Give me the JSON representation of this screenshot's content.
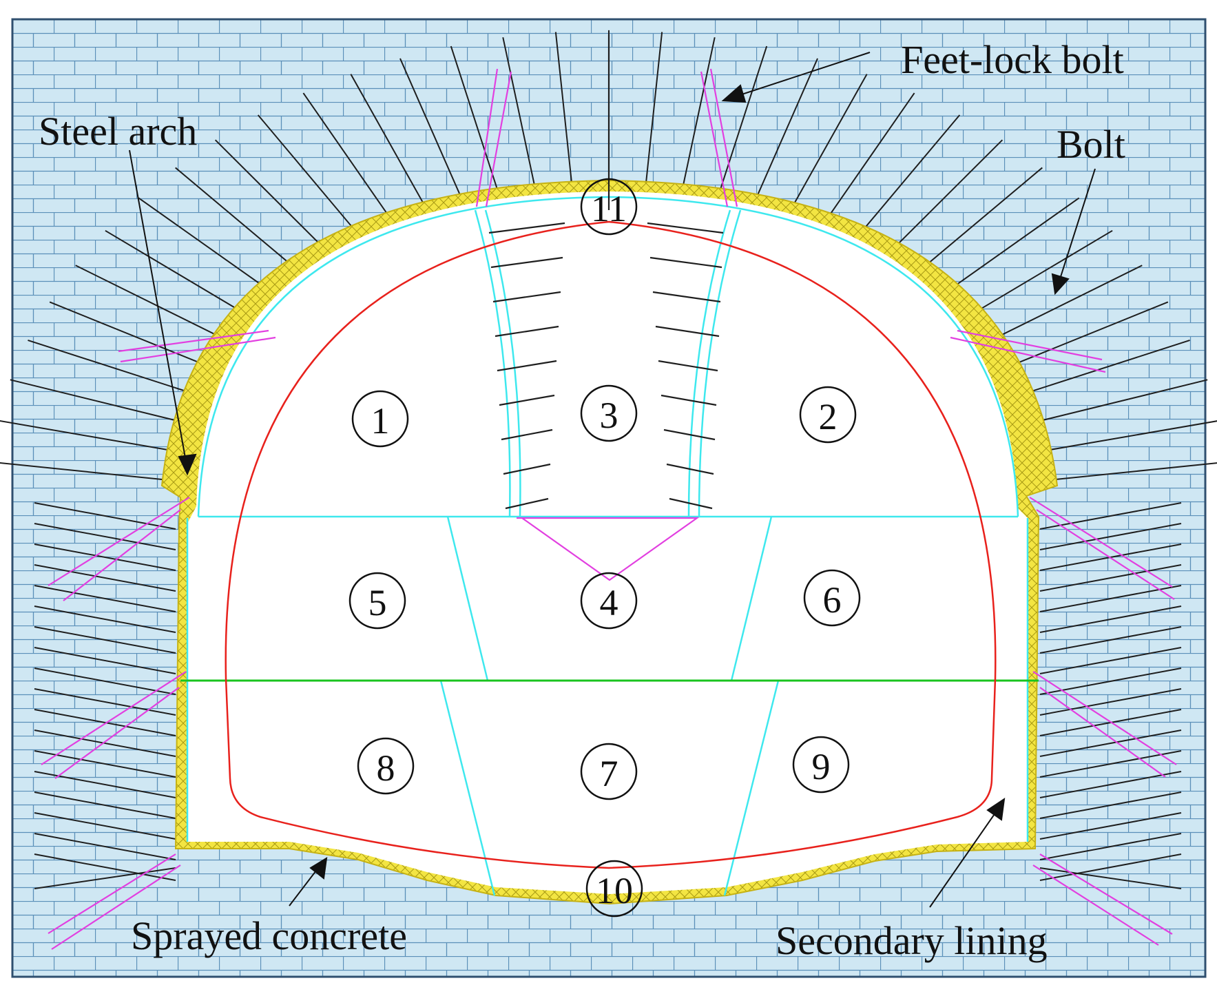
{
  "labels": {
    "feet_lock_bolt": "Feet-lock bolt",
    "steel_arch": "Steel arch",
    "bolt": "Bolt",
    "sprayed_concrete": "Sprayed concrete",
    "secondary_lining": "Secondary lining"
  },
  "sections": [
    "1",
    "2",
    "3",
    "4",
    "5",
    "6",
    "7",
    "8",
    "9",
    "10",
    "11"
  ],
  "colors": {
    "rock_fill": "#cfe7f3",
    "rock_lines": "#5a8fb8",
    "sprayed_concrete": "#f0e23c",
    "steel_arch": "#3ee8ee",
    "secondary_lining": "#e8211c",
    "bolt": "#1e1e1e",
    "feet_lock_bolt": "#e23fe0",
    "bench_line": "#19c41e"
  }
}
